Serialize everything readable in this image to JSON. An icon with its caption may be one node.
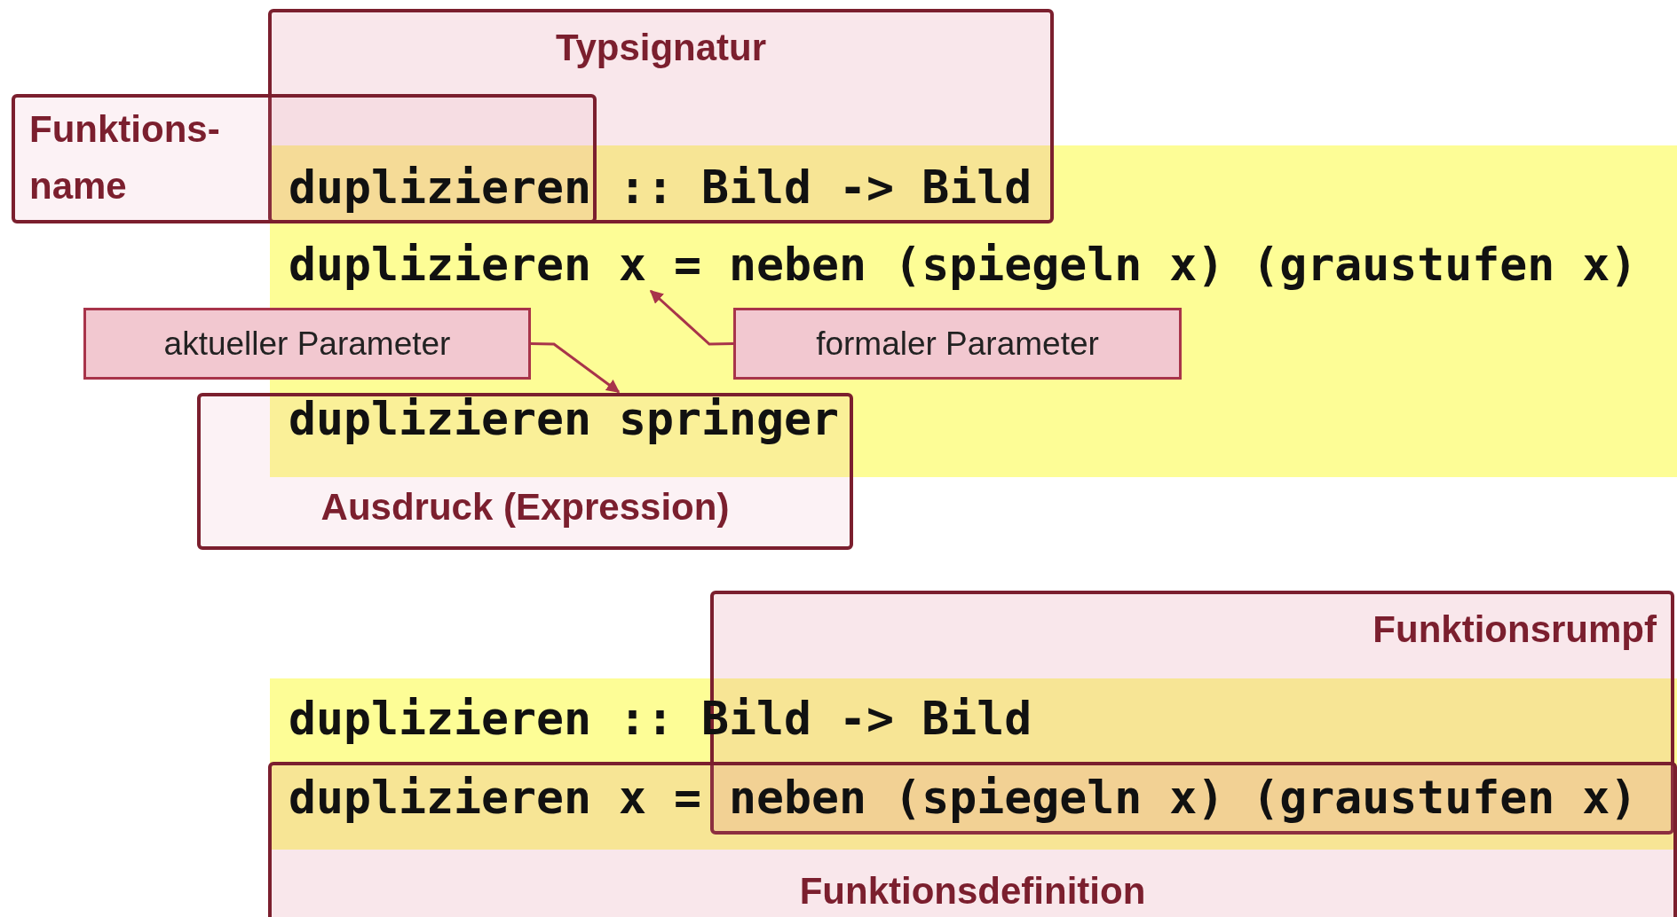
{
  "diagram": {
    "nodes": [
      {
        "text": [
          "Typsignatur"
        ]
      },
      {
        "text": [
          "Funktions- name"
        ]
      },
      {
        "text": [
          "duplizieren :: Bild -> Bild"
        ],
        "in": 0
      },
      {
        "text": [
          "duplizieren x = neben (spiegeln x) (graustufen x)"
        ]
      },
      {
        "text": [
          "aktueller Parameter"
        ]
      },
      {
        "text": [
          "formaler Parameter"
        ]
      },
      {
        "text": [
          "Ausdruck (Expression)"
        ]
      },
      {
        "text": [
          "duplizieren springer"
        ],
        "in": 6
      },
      {
        "text": [
          "Funktionsrumpf"
        ]
      },
      {
        "text": [
          "duplizieren :: Bild -> Bild"
        ]
      },
      {
        "text": [
          "Funktionsdefinition"
        ]
      },
      {
        "text": [
          "duplizieren x = neben (spiegeln x) (graustufen x)"
        ],
        "in": 10
      }
    ],
    "edges": [
      {
        "from": 4,
        "to": 7,
        "arrow": "to"
      },
      {
        "from": 5,
        "to": 3,
        "arrow": "to"
      }
    ]
  }
}
